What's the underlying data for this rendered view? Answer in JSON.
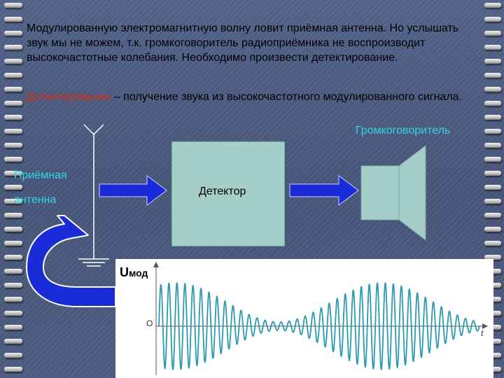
{
  "paragraph1": "Модулированную электромагнитную волну ловит приёмная антенна. Но услышать звук мы не можем, т.к. громкоговоритель радиоприёмника не воспроизводит высокочастотные колебания. Необходимо произвести детектирование.",
  "paragraph2": {
    "term": "Детектирование",
    "definition": " – получение звука из высокочастотного модулированного сигнала."
  },
  "diagram": {
    "antenna_label_line1": "Приёмная",
    "antenna_label_line2": "антенна",
    "detector_label": "Детектор",
    "speaker_label": "Громкоговоритель"
  },
  "graph": {
    "y_label": "U",
    "y_label_sub": "мод",
    "origin_label": "O",
    "x_label": "t"
  },
  "colors": {
    "background": "#4a5a7c",
    "label_cyan": "#32d4e4",
    "term_red": "#d42a10",
    "arrow_blue": "#1a2bd8",
    "box_fill": "#a5cec8",
    "wave": "#2a9ab0"
  },
  "icons": [
    "antenna-icon",
    "ground-icon",
    "curved-arrow-icon",
    "loudspeaker-icon"
  ]
}
